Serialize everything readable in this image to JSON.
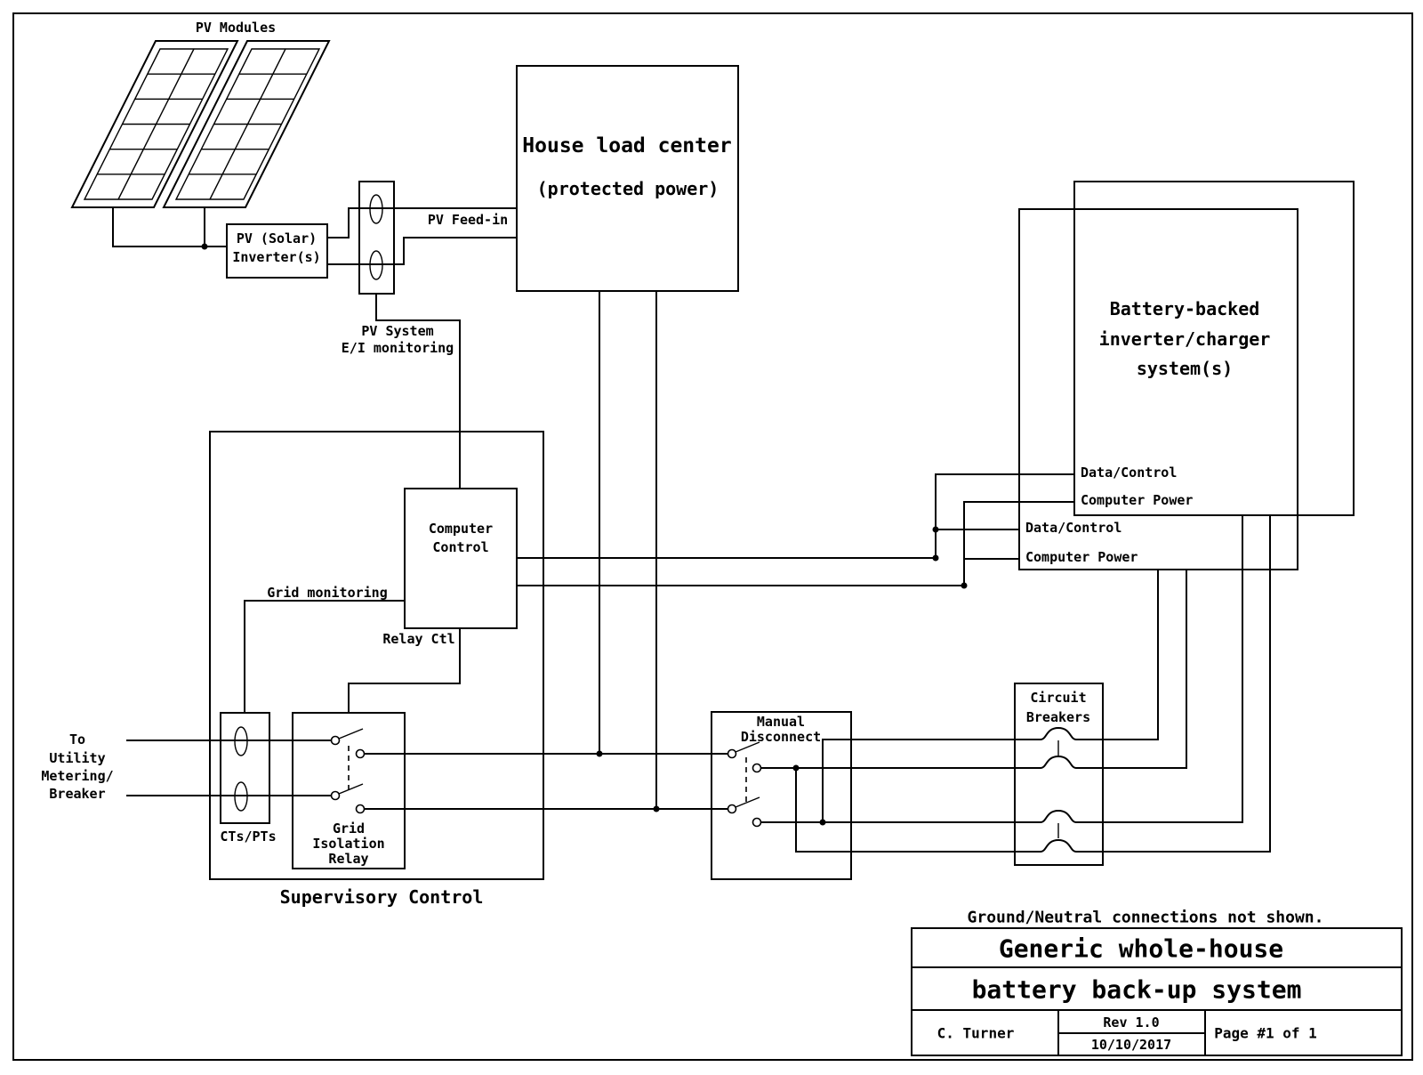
{
  "page": {
    "background": "#ffffff",
    "ink": "#000000",
    "note": "Ground/Neutral connections not shown."
  },
  "diagram": {
    "pv": {
      "modules_label": "PV Modules",
      "inverter": [
        "PV (Solar)",
        "Inverter(s)"
      ],
      "feed_in": "PV Feed-in",
      "monitoring": [
        "PV System",
        "E/I monitoring"
      ]
    },
    "house_load_center": [
      "House load center",
      "(protected power)"
    ],
    "battery_system": {
      "title": [
        "Battery-backed",
        "inverter/charger",
        "system(s)"
      ],
      "unit_back_ports": [
        "Data/Control",
        "Computer Power"
      ],
      "unit_front_ports": [
        "Data/Control",
        "Computer Power"
      ]
    },
    "supervisory": {
      "title": "Supervisory Control",
      "computer_control": [
        "Computer",
        "Control"
      ],
      "grid_monitoring": "Grid monitoring",
      "relay_ctl": "Relay Ctl",
      "cts_pts": "CTs/PTs",
      "grid_isolation_relay": [
        "Grid",
        "Isolation",
        "Relay"
      ]
    },
    "utility_label": [
      "To",
      "Utility",
      "Metering/",
      "Breaker"
    ],
    "manual_disconnect": [
      "Manual",
      "Disconnect"
    ],
    "circuit_breakers": [
      "Circuit",
      "Breakers"
    ]
  },
  "title_block": {
    "title": [
      "Generic whole-house",
      "battery back-up system"
    ],
    "author": "C. Turner",
    "revision": "Rev 1.0",
    "date": "10/10/2017",
    "page_number": "Page #1 of 1"
  }
}
